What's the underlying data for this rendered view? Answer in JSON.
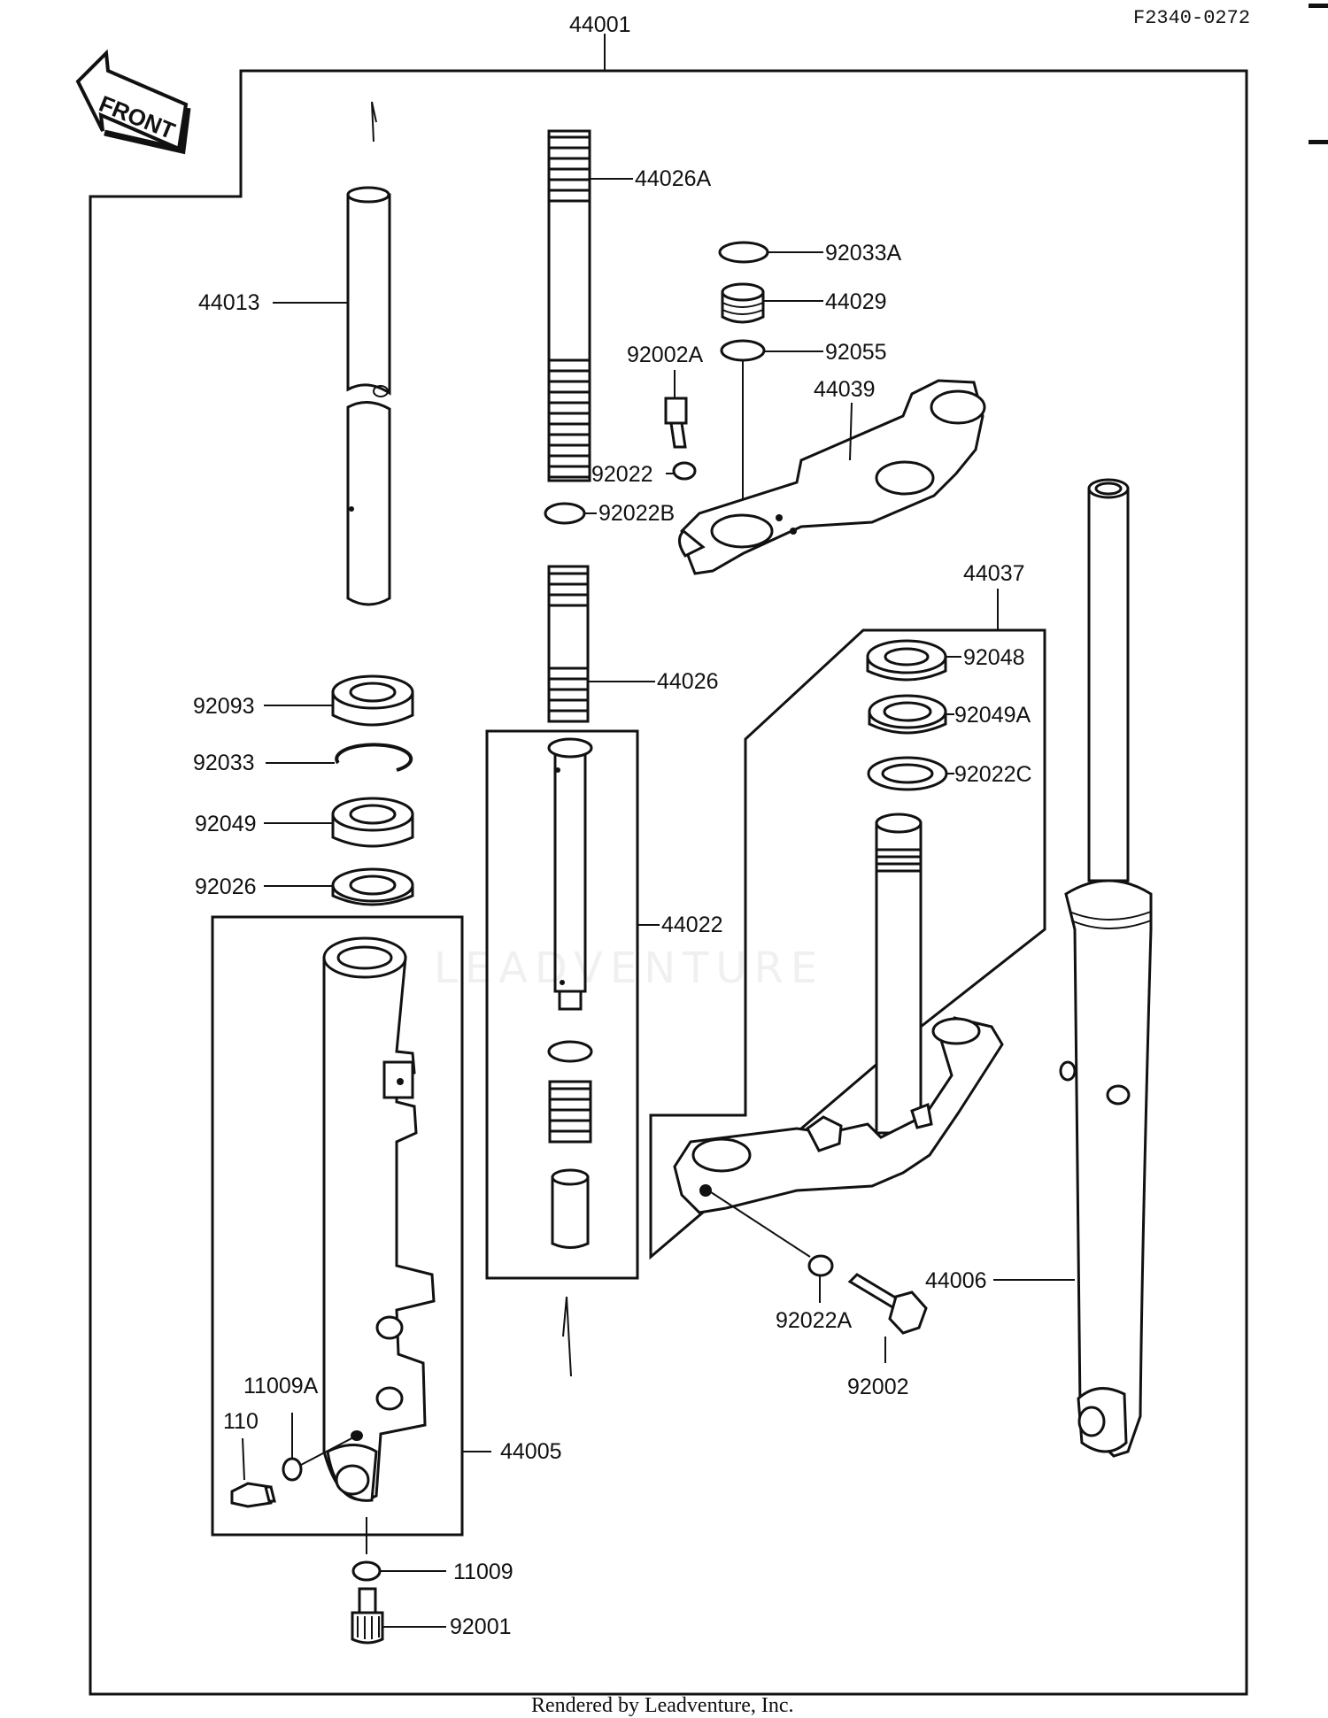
{
  "header": {
    "ref_code": "F2340-0272",
    "front_arrow_label": "FRONT",
    "assembly_number": "44001"
  },
  "parts": {
    "p44026A": "44026A",
    "p92033A": "92033A",
    "p44029": "44029",
    "p92002A": "92002A",
    "p92055": "92055",
    "p44039": "44039",
    "p44013": "44013",
    "p92022": "92022",
    "p92022B": "92022B",
    "p44037": "44037",
    "p92048": "92048",
    "p92049A": "92049A",
    "p92022C": "92022C",
    "p44026": "44026",
    "p92093": "92093",
    "p92033": "92033",
    "p92049": "92049",
    "p92026": "92026",
    "p44022": "44022",
    "p44006": "44006",
    "p92022A": "92022A",
    "p92002": "92002",
    "p11009A": "11009A",
    "p110": "110",
    "p44005": "44005",
    "p11009": "11009",
    "p92001": "92001"
  },
  "watermark": "LEADVENTURE",
  "footer": "Rendered by Leadventure, Inc.",
  "colors": {
    "ink": "#111111",
    "paper": "#ffffff"
  }
}
